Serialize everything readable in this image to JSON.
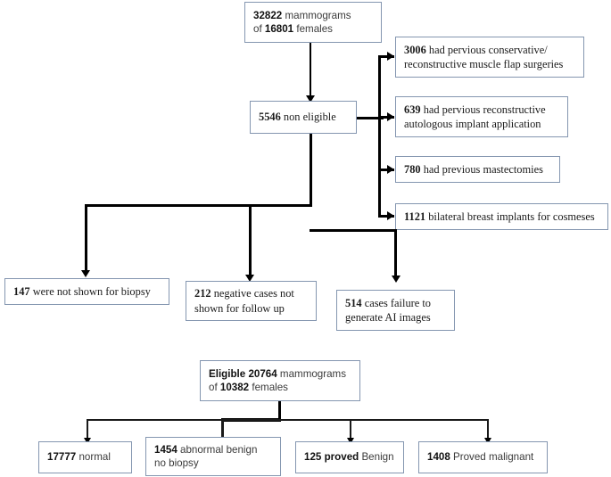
{
  "diagram": {
    "title": "Mammogram study inclusion flowchart",
    "border_color": "#8496B0",
    "line_color": "#000000"
  },
  "nodes": {
    "total": {
      "num1": "32822",
      "text1": " mammograms",
      "prefix2": "of ",
      "num2": "16801",
      "text2": " females"
    },
    "non_eligible": {
      "num": "5546",
      "text": " non eligible"
    },
    "excl1": {
      "num": "3006",
      "line1": " had pervious conservative/",
      "line2": "reconstructive muscle flap surgeries"
    },
    "excl2": {
      "num": "639",
      "line1": " had pervious reconstructive",
      "line2": "autologous implant application"
    },
    "excl3": {
      "num": "780",
      "line1": " had previous mastectomies"
    },
    "excl4": {
      "num": "1121",
      "line1": " bilateral breast implants for cosmeses"
    },
    "drop1": {
      "num": "147",
      "line1": " were not shown for biopsy"
    },
    "drop2": {
      "num": "212",
      "line1": " negative cases not",
      "line2": "shown for follow up"
    },
    "drop3": {
      "num": "514",
      "line1": " cases failure to",
      "line2": "generate AI images"
    },
    "eligible": {
      "label": "Eligible ",
      "num1": "20764",
      "text1": "  mammograms",
      "prefix2": "of ",
      "num2": "10382",
      "text2": " females"
    },
    "out1": {
      "num": "17777",
      "text": " normal"
    },
    "out2": {
      "num": "1454",
      "line1": " abnormal benign",
      "line2": "no biopsy"
    },
    "out3": {
      "num": "125 proved",
      "text": " Benign"
    },
    "out4": {
      "num": "1408",
      "text": "  Proved malignant"
    }
  }
}
